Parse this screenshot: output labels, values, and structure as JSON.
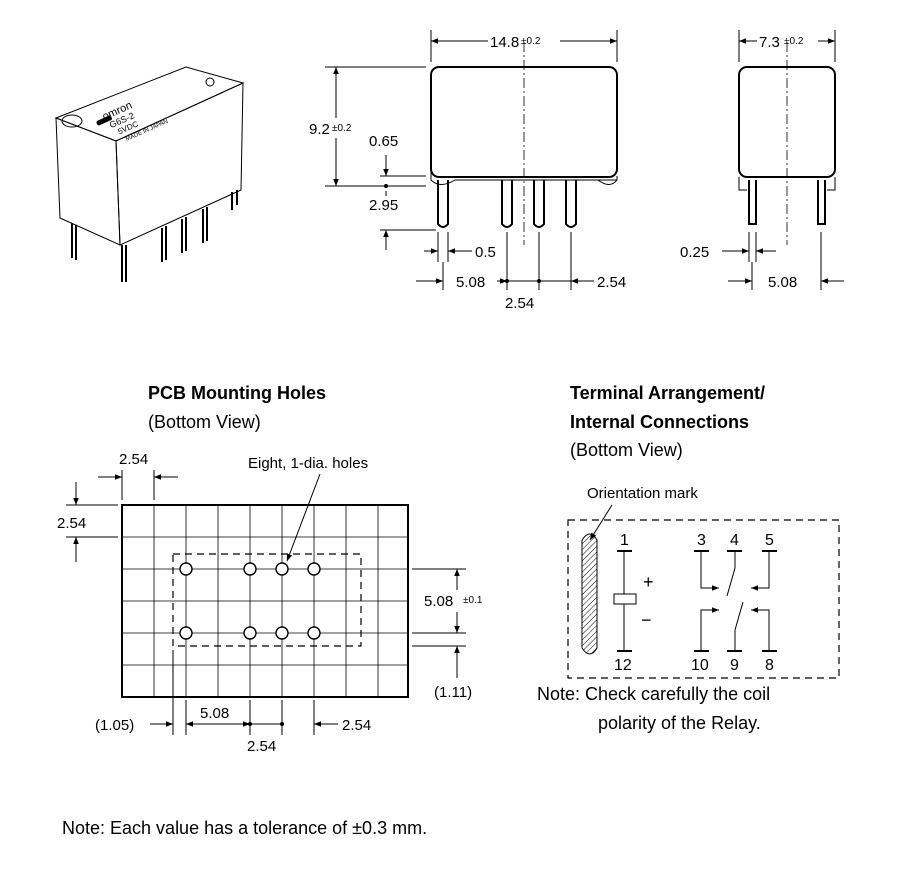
{
  "top_dims": {
    "width": "14.8",
    "width_tol": "±0.2",
    "height": "9.2",
    "height_tol": "±0.2",
    "standoff": "0.65",
    "pin_length": "2.95",
    "pin_width": "0.5",
    "pitch_a": "5.08",
    "pitch_b": "2.54",
    "pitch_c": "2.54",
    "depth": "7.3",
    "depth_tol": "±0.2",
    "pin_thick": "0.25",
    "row_spacing": "5.08"
  },
  "relay_marking": {
    "brand": "omron",
    "model": "G6S-2",
    "voltage": "5VDC",
    "origin": "MADE IN JAPAN"
  },
  "pcb": {
    "title": "PCB Mounting Holes",
    "subtitle": "(Bottom View)",
    "hole_note": "Eight, 1-dia. holes",
    "grid_x": "2.54",
    "grid_y": "2.54",
    "row_spacing": "5.08",
    "row_spacing_tol": "±0.1",
    "offset_right": "(1.11)",
    "offset_left": "(1.05)",
    "pitch_a": "5.08",
    "pitch_b": "2.54",
    "pitch_c": "2.54"
  },
  "terminal": {
    "title_line1": "Terminal Arrangement/",
    "title_line2": "Internal Connections",
    "subtitle": "(Bottom View)",
    "orientation": "Orientation mark",
    "pins_top": [
      "1",
      "3",
      "4",
      "5"
    ],
    "pins_bottom": [
      "12",
      "10",
      "9",
      "8"
    ],
    "plus": "+",
    "minus": "−",
    "note_line1": "Note: Check carefully the coil",
    "note_line2": "polarity of the Relay."
  },
  "footer_note": "Note: Each value has a tolerance of ±0.3 mm."
}
